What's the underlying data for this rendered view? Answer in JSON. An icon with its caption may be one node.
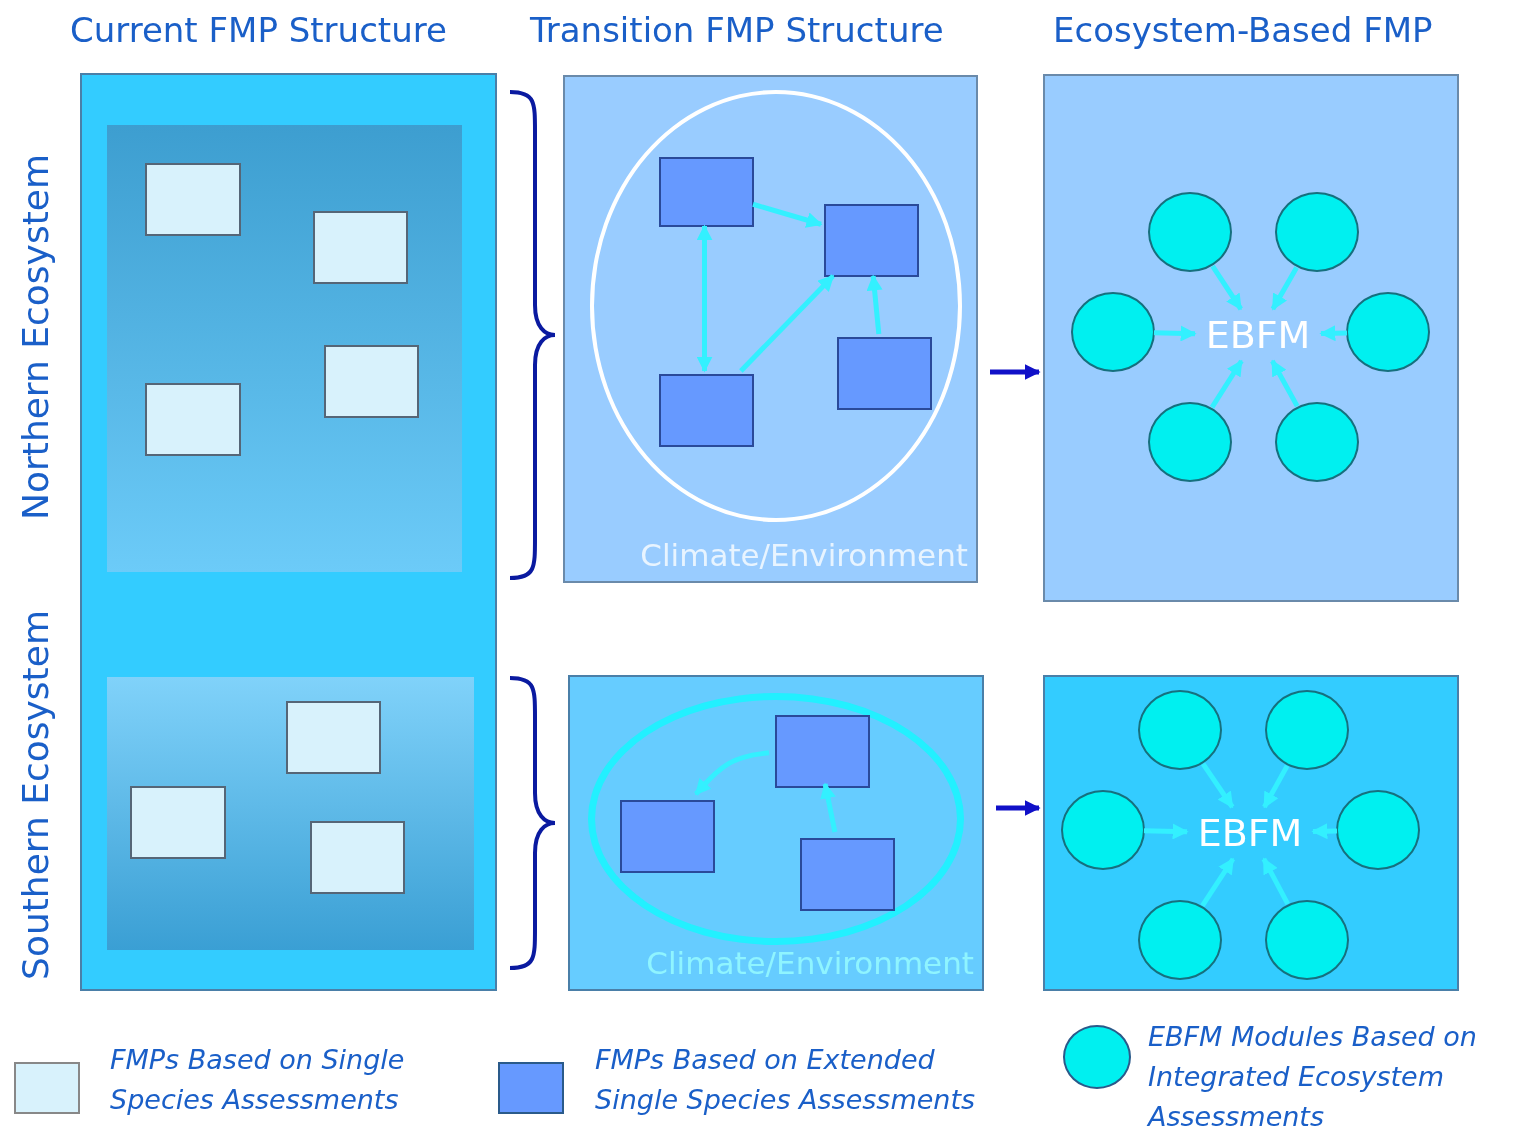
{
  "diagram": {
    "nodes": [
      {
        "text": [],
        "shape": "box"
      },
      {
        "text": [],
        "shape": "box",
        "in": 0
      },
      {
        "text": [],
        "shape": "box",
        "in": 1
      },
      {
        "text": [],
        "shape": "box",
        "in": 1
      },
      {
        "text": [],
        "shape": "box",
        "in": 1
      },
      {
        "text": [],
        "shape": "box",
        "in": 1
      },
      {
        "text": [],
        "shape": "box",
        "in": 0
      },
      {
        "text": [],
        "shape": "box",
        "in": 6
      },
      {
        "text": [],
        "shape": "box",
        "in": 6
      },
      {
        "text": [],
        "shape": "box",
        "in": 6
      },
      {
        "text": [
          "Climate/Environment"
        ]
      },
      {
        "text": [],
        "shape": "circle",
        "in": 10
      },
      {
        "text": [],
        "shape": "box",
        "in": 11
      },
      {
        "text": [],
        "shape": "box",
        "in": 11
      },
      {
        "text": [],
        "shape": "box",
        "in": 11
      },
      {
        "text": [],
        "shape": "box",
        "in": 11
      },
      {
        "text": [
          "Climate/Environment"
        ]
      },
      {
        "text": [],
        "shape": "circle",
        "in": 16
      },
      {
        "text": [],
        "shape": "box",
        "in": 17
      },
      {
        "text": [],
        "shape": "box",
        "in": 17
      },
      {
        "text": [],
        "shape": "box",
        "in": 17
      },
      {
        "text": [],
        "shape": "box"
      },
      {
        "text": [
          "EBFM"
        ],
        "in": 21
      },
      {
        "text": [],
        "shape": "circle",
        "in": 21
      },
      {
        "text": [],
        "shape": "circle",
        "in": 21
      },
      {
        "text": [],
        "shape": "circle",
        "in": 21
      },
      {
        "text": [],
        "shape": "circle",
        "in": 21
      },
      {
        "text": [],
        "shape": "circle",
        "in": 21
      },
      {
        "text": [],
        "shape": "circle",
        "in": 21
      },
      {
        "text": [],
        "shape": "box"
      },
      {
        "text": [
          "EBFM"
        ],
        "in": 29
      },
      {
        "text": [],
        "shape": "circle",
        "in": 29
      },
      {
        "text": [],
        "shape": "circle",
        "in": 29
      },
      {
        "text": [],
        "shape": "circle",
        "in": 29
      },
      {
        "text": [],
        "shape": "circle",
        "in": 29
      },
      {
        "text": [],
        "shape": "circle",
        "in": 29
      },
      {
        "text": [],
        "shape": "circle",
        "in": 29
      }
    ],
    "edges": [
      {
        "from": 12,
        "to": 13,
        "arrow": "to"
      },
      {
        "from": 14,
        "to": 12,
        "arrow": "both"
      },
      {
        "from": 14,
        "to": 13,
        "arrow": "to"
      },
      {
        "from": 15,
        "to": 13,
        "arrow": "to"
      },
      {
        "from": 18,
        "to": 19,
        "arrow": "to"
      },
      {
        "from": 20,
        "to": 18,
        "arrow": "to"
      },
      {
        "from": 23,
        "to": 22,
        "arrow": "to"
      },
      {
        "from": 24,
        "to": 22,
        "arrow": "to"
      },
      {
        "from": 25,
        "to": 22,
        "arrow": "to"
      },
      {
        "from": 26,
        "to": 22,
        "arrow": "to"
      },
      {
        "from": 27,
        "to": 22,
        "arrow": "to"
      },
      {
        "from": 28,
        "to": 22,
        "arrow": "to"
      },
      {
        "from": 31,
        "to": 30,
        "arrow": "to"
      },
      {
        "from": 32,
        "to": 30,
        "arrow": "to"
      },
      {
        "from": 33,
        "to": 30,
        "arrow": "to"
      },
      {
        "from": 34,
        "to": 30,
        "arrow": "to"
      },
      {
        "from": 35,
        "to": 30,
        "arrow": "to"
      },
      {
        "from": 36,
        "to": 30,
        "arrow": "to"
      },
      {
        "from": 10,
        "to": 21,
        "arrow": "to",
        "color": "#1010c8"
      },
      {
        "from": 16,
        "to": 29,
        "arrow": "to",
        "color": "#1010c8"
      }
    ],
    "labels": [
      "Current FMP Structure",
      "Transition FMP Structure",
      "Ecosystem-Based FMP",
      "Northern Ecosystem",
      "Southern Ecosystem"
    ],
    "legend": [
      {
        "text": "FMPs Based on Single Species Assessments",
        "color": "#d8f2fc"
      },
      {
        "text": "FMPs Based on Extended Single Species Assessments",
        "color": "#6699ff"
      },
      {
        "text": "EBFM Modules Based on Integrated Ecosystem Assessments",
        "color": "#00f0f0"
      }
    ]
  }
}
